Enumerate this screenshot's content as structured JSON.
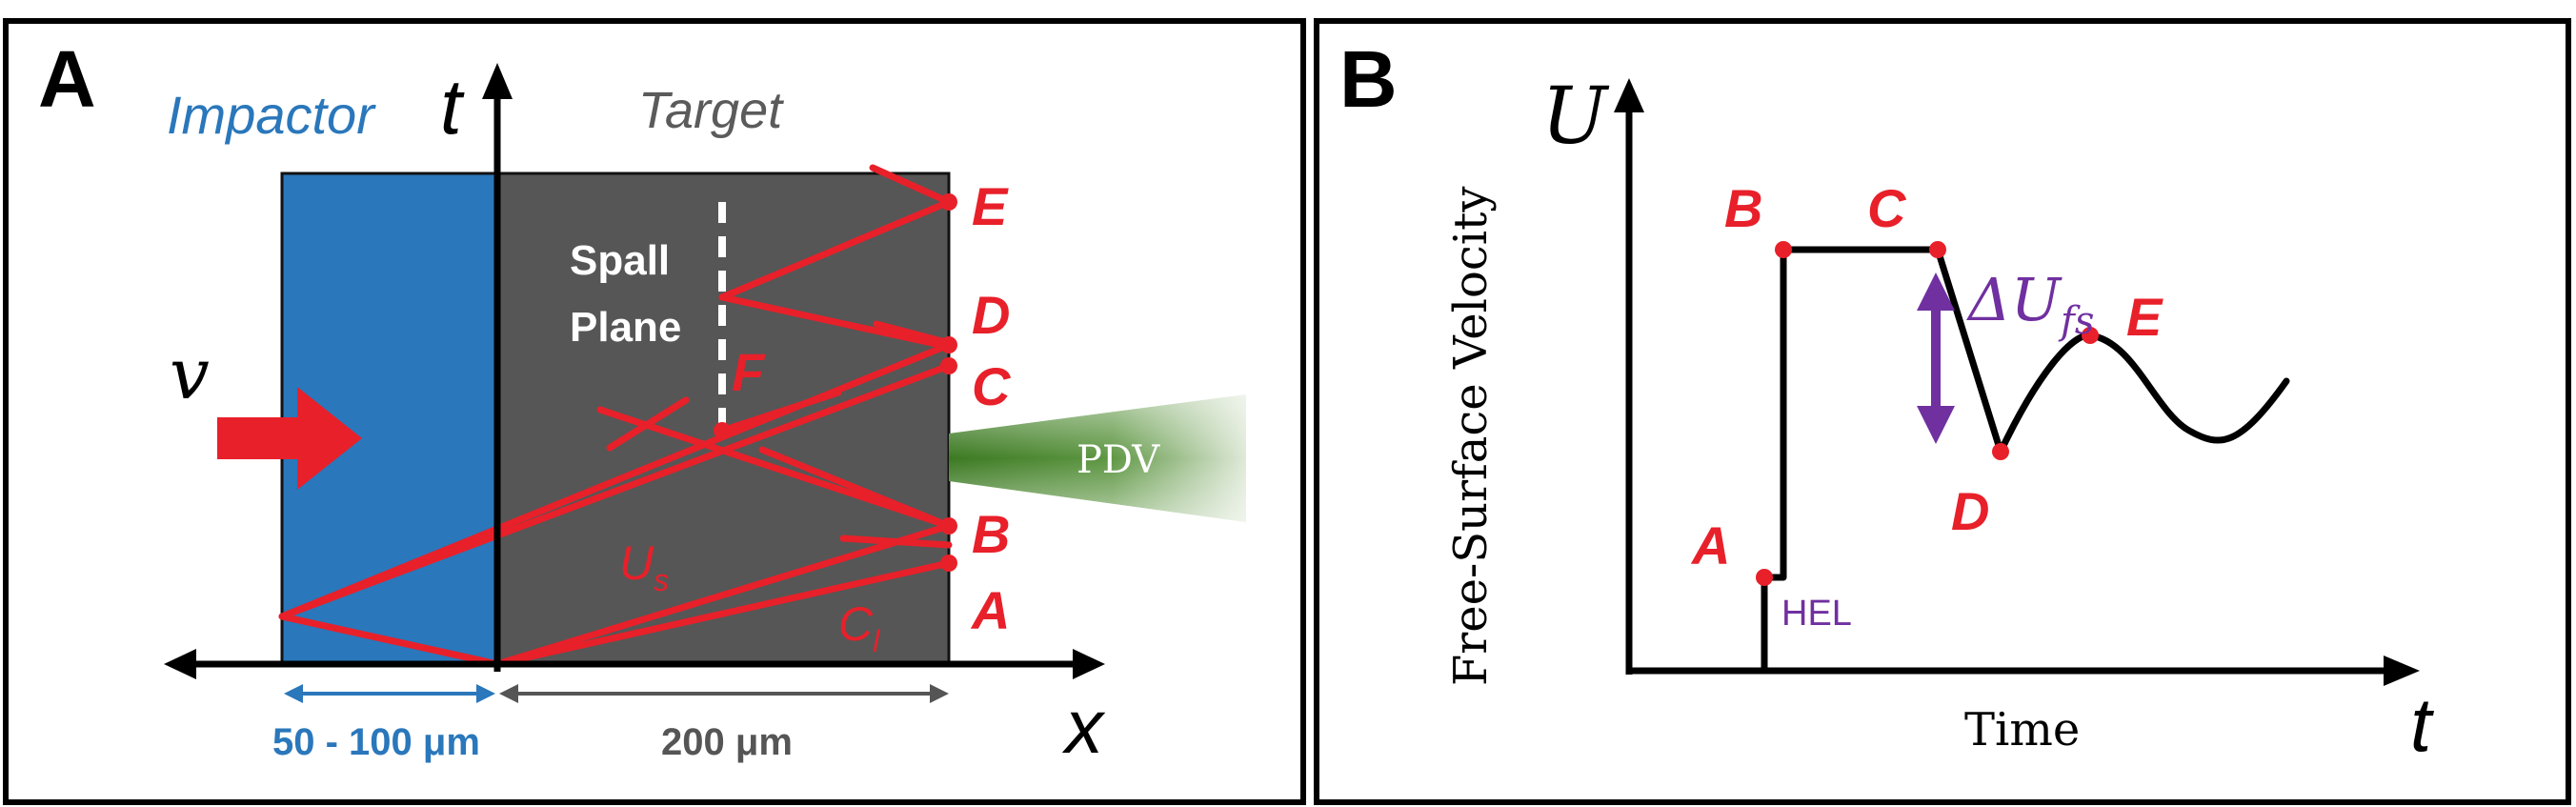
{
  "panel_a": {
    "label": "A",
    "impactor_label": "Impactor",
    "target_label": "Target",
    "t_axis": "t",
    "x_axis": "x",
    "velocity_symbol": "v",
    "spall_line1": "Spall",
    "spall_line2": "Plane",
    "point_f": "F",
    "us_label": "U",
    "us_sub": "s",
    "cl_label": "C",
    "cl_sub": "l",
    "points": {
      "e": "E",
      "d": "D",
      "c": "C",
      "b": "B",
      "a": "A"
    },
    "pdv_label": "PDV",
    "impactor_width_label": "50 - 100 μm",
    "target_width_label": "200 μm",
    "colors": {
      "impactor": "#2a77bb",
      "target": "#565656",
      "ray": "#e8202a",
      "pdv": "#3c7a22"
    }
  },
  "panel_b": {
    "label": "B",
    "u_axis": "U",
    "t_axis": "t",
    "ylabel": "Free-Surface Velocity",
    "xlabel": "Time",
    "hel_label": "HEL",
    "delta_label": "ΔU",
    "delta_sub": "fs",
    "points": {
      "a": "A",
      "b": "B",
      "c": "C",
      "d": "D",
      "e": "E"
    },
    "colors": {
      "annotation": "#7030a0",
      "point": "#e8202a"
    }
  }
}
